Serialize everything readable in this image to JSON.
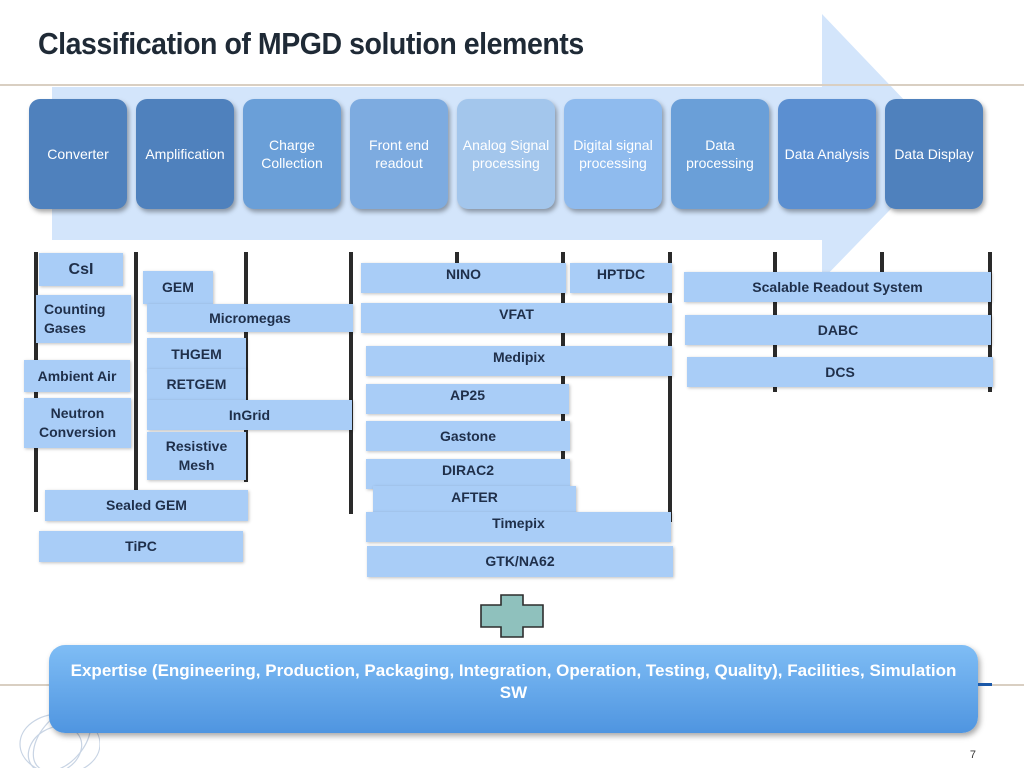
{
  "slide": {
    "title": "Classification of MPGD solution elements",
    "page_number": "7"
  },
  "pipeline": {
    "stages": [
      {
        "label": "Converter",
        "color": "#4f81bd"
      },
      {
        "label": "Amplification",
        "color": "#4f81bd"
      },
      {
        "label": "Charge Collection",
        "color": "#6a9fd8"
      },
      {
        "label": "Front end readout",
        "color": "#7dabe0"
      },
      {
        "label": "Analog Signal processing",
        "color": "#a3c6ec"
      },
      {
        "label": "Digital signal processing",
        "color": "#8fbbee"
      },
      {
        "label": "Data processing",
        "color": "#6a9fd8"
      },
      {
        "label": "Data Analysis",
        "color": "#5b8fd1"
      },
      {
        "label": "Data Display",
        "color": "#4f81bd"
      }
    ]
  },
  "elements": {
    "csi": "CsI",
    "counting_gases": "Counting Gases",
    "ambient_air": "Ambient Air",
    "neutron_conversion": "Neutron Conversion",
    "gem": "GEM",
    "micromegas": "Micromegas",
    "thgem": "THGEM",
    "retgem": "RETGEM",
    "ingrid": "InGrid",
    "resistive_mesh": "Resistive Mesh",
    "sealed_gem": "Sealed GEM",
    "tipc": "TiPC",
    "nino": "NINO",
    "hptdc": "HPTDC",
    "vfat": "VFAT",
    "medipix": "Medipix",
    "ap25": "AP25",
    "gastone": "Gastone",
    "dirac2": "DIRAC2",
    "after": "AFTER",
    "timepix": "Timepix",
    "gtk_na62": "GTK/NA62",
    "scalable_readout": "Scalable Readout System",
    "dabc": "DABC",
    "dcs": "DCS"
  },
  "expertise": {
    "text": "Expertise (Engineering, Production, Packaging, Integration, Operation, Testing, Quality), Facilities, Simulation SW"
  },
  "colors": {
    "element_box": "#a9cdf7",
    "arrow": "#d3e5fb",
    "plus": "#8fc1bd",
    "banner": "#62a6ec"
  }
}
